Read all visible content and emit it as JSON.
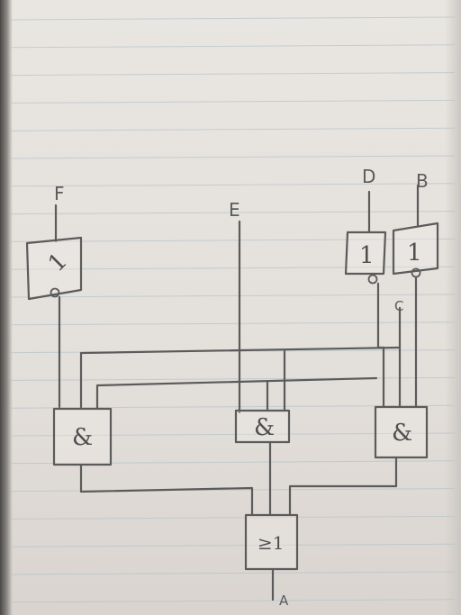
{
  "inputs": {
    "f": "F",
    "e": "E",
    "d": "D",
    "b": "B",
    "c": "C"
  },
  "output": {
    "a": "A"
  },
  "gates": {
    "inverter_f_symbol": "1",
    "inverter_d_symbol": "1",
    "inverter_b_symbol": "1",
    "and_left_symbol": "&",
    "and_middle_symbol": "&",
    "and_right_symbol": "&",
    "or_out_symbol": "≥1"
  },
  "colors": {
    "paper": "#e6e2dd",
    "ruling": "#b7c4cc",
    "pencil": "#5b5b5b"
  }
}
